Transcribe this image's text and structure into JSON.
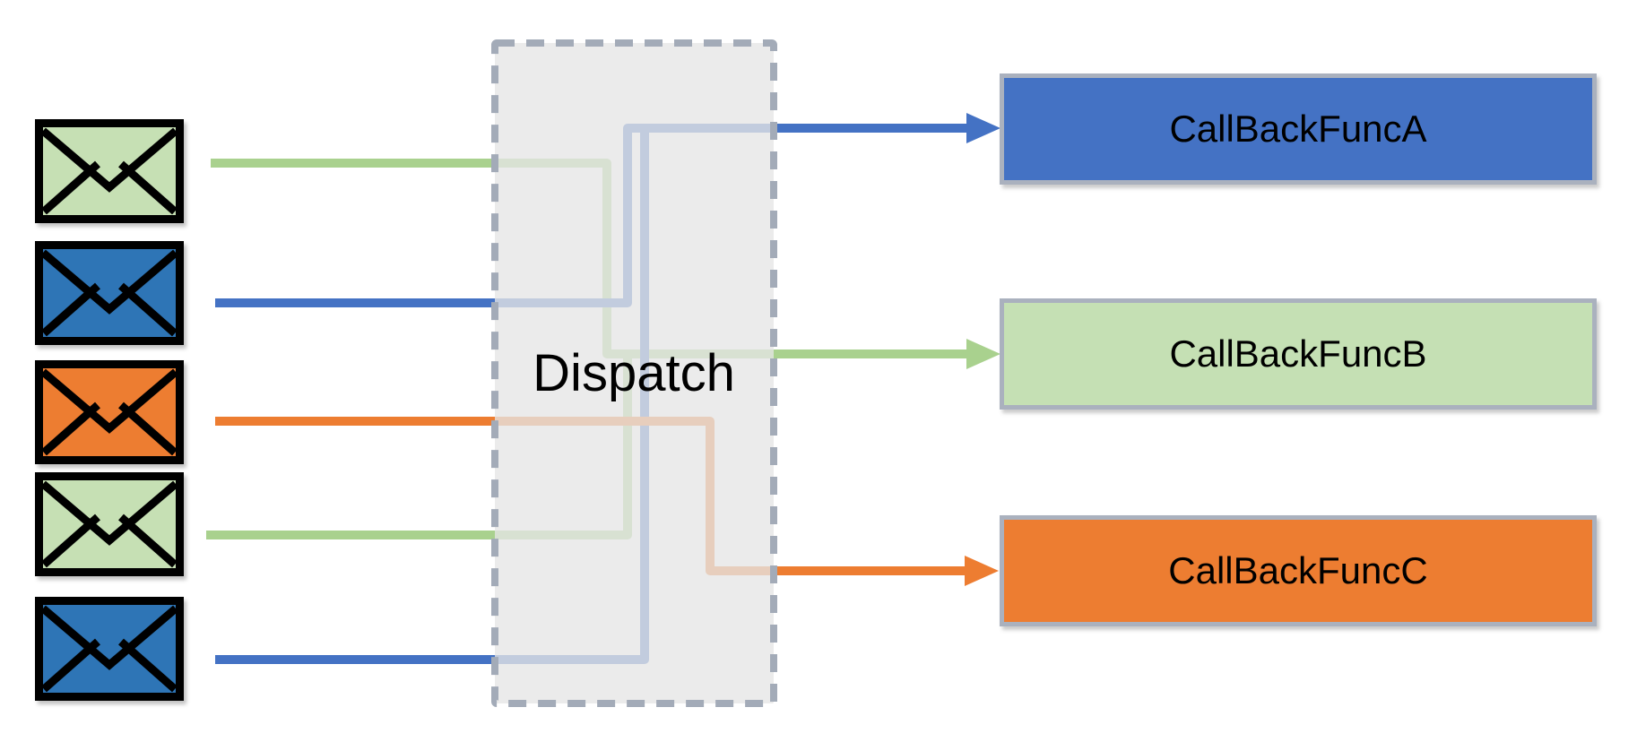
{
  "dispatch": {
    "label": "Dispatch",
    "fill_rgba": "rgba(229,229,229,0.78)",
    "border_color": "#a3abb8"
  },
  "callbacks": [
    {
      "label": "CallBackFuncA",
      "fill": "#4472c4",
      "arrow_color": "#4472c4"
    },
    {
      "label": "CallBackFuncB",
      "fill": "#c5e0b4",
      "arrow_color": "#a9d18e"
    },
    {
      "label": "CallBackFuncC",
      "fill": "#ed7d31",
      "arrow_color": "#ed7d31"
    }
  ],
  "envelopes": [
    {
      "color_name": "green",
      "fill": "#c6e0b4",
      "line_color": "#a9d18e",
      "routes_to": "CallBackFuncB"
    },
    {
      "color_name": "blue",
      "fill": "#2e75b6",
      "line_color": "#4472c4",
      "routes_to": "CallBackFuncA"
    },
    {
      "color_name": "orange",
      "fill": "#ed7d31",
      "line_color": "#ed7d31",
      "routes_to": "CallBackFuncC"
    },
    {
      "color_name": "green",
      "fill": "#c6e0b4",
      "line_color": "#a9d18e",
      "routes_to": "CallBackFuncB"
    },
    {
      "color_name": "blue",
      "fill": "#2e75b6",
      "line_color": "#4472c4",
      "routes_to": "CallBackFuncA"
    }
  ],
  "box_border_color": "#aab1be",
  "icon_outline_color": "#000000"
}
